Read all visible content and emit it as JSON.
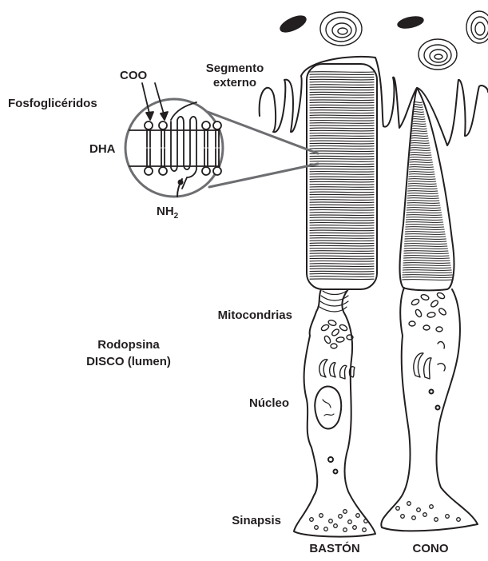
{
  "labels": {
    "coo": "COO",
    "fosfogliceridos": "Fosfoglicéridos",
    "dha": "DHA",
    "nh": "NH",
    "nh_sub": "2",
    "segmento_line1": "Segmento",
    "segmento_line2": "externo",
    "mitocondrias": "Mitocondrias",
    "rodopsina": "Rodopsina",
    "disco": "DISCO (lumen)",
    "nucleo": "Núcleo",
    "sinapsis": "Sinapsis",
    "baston": "BASTÓN",
    "cono": "CONO"
  },
  "colors": {
    "ink": "#231f20",
    "magnifier": "#6d6e71",
    "paper": "#ffffff"
  }
}
